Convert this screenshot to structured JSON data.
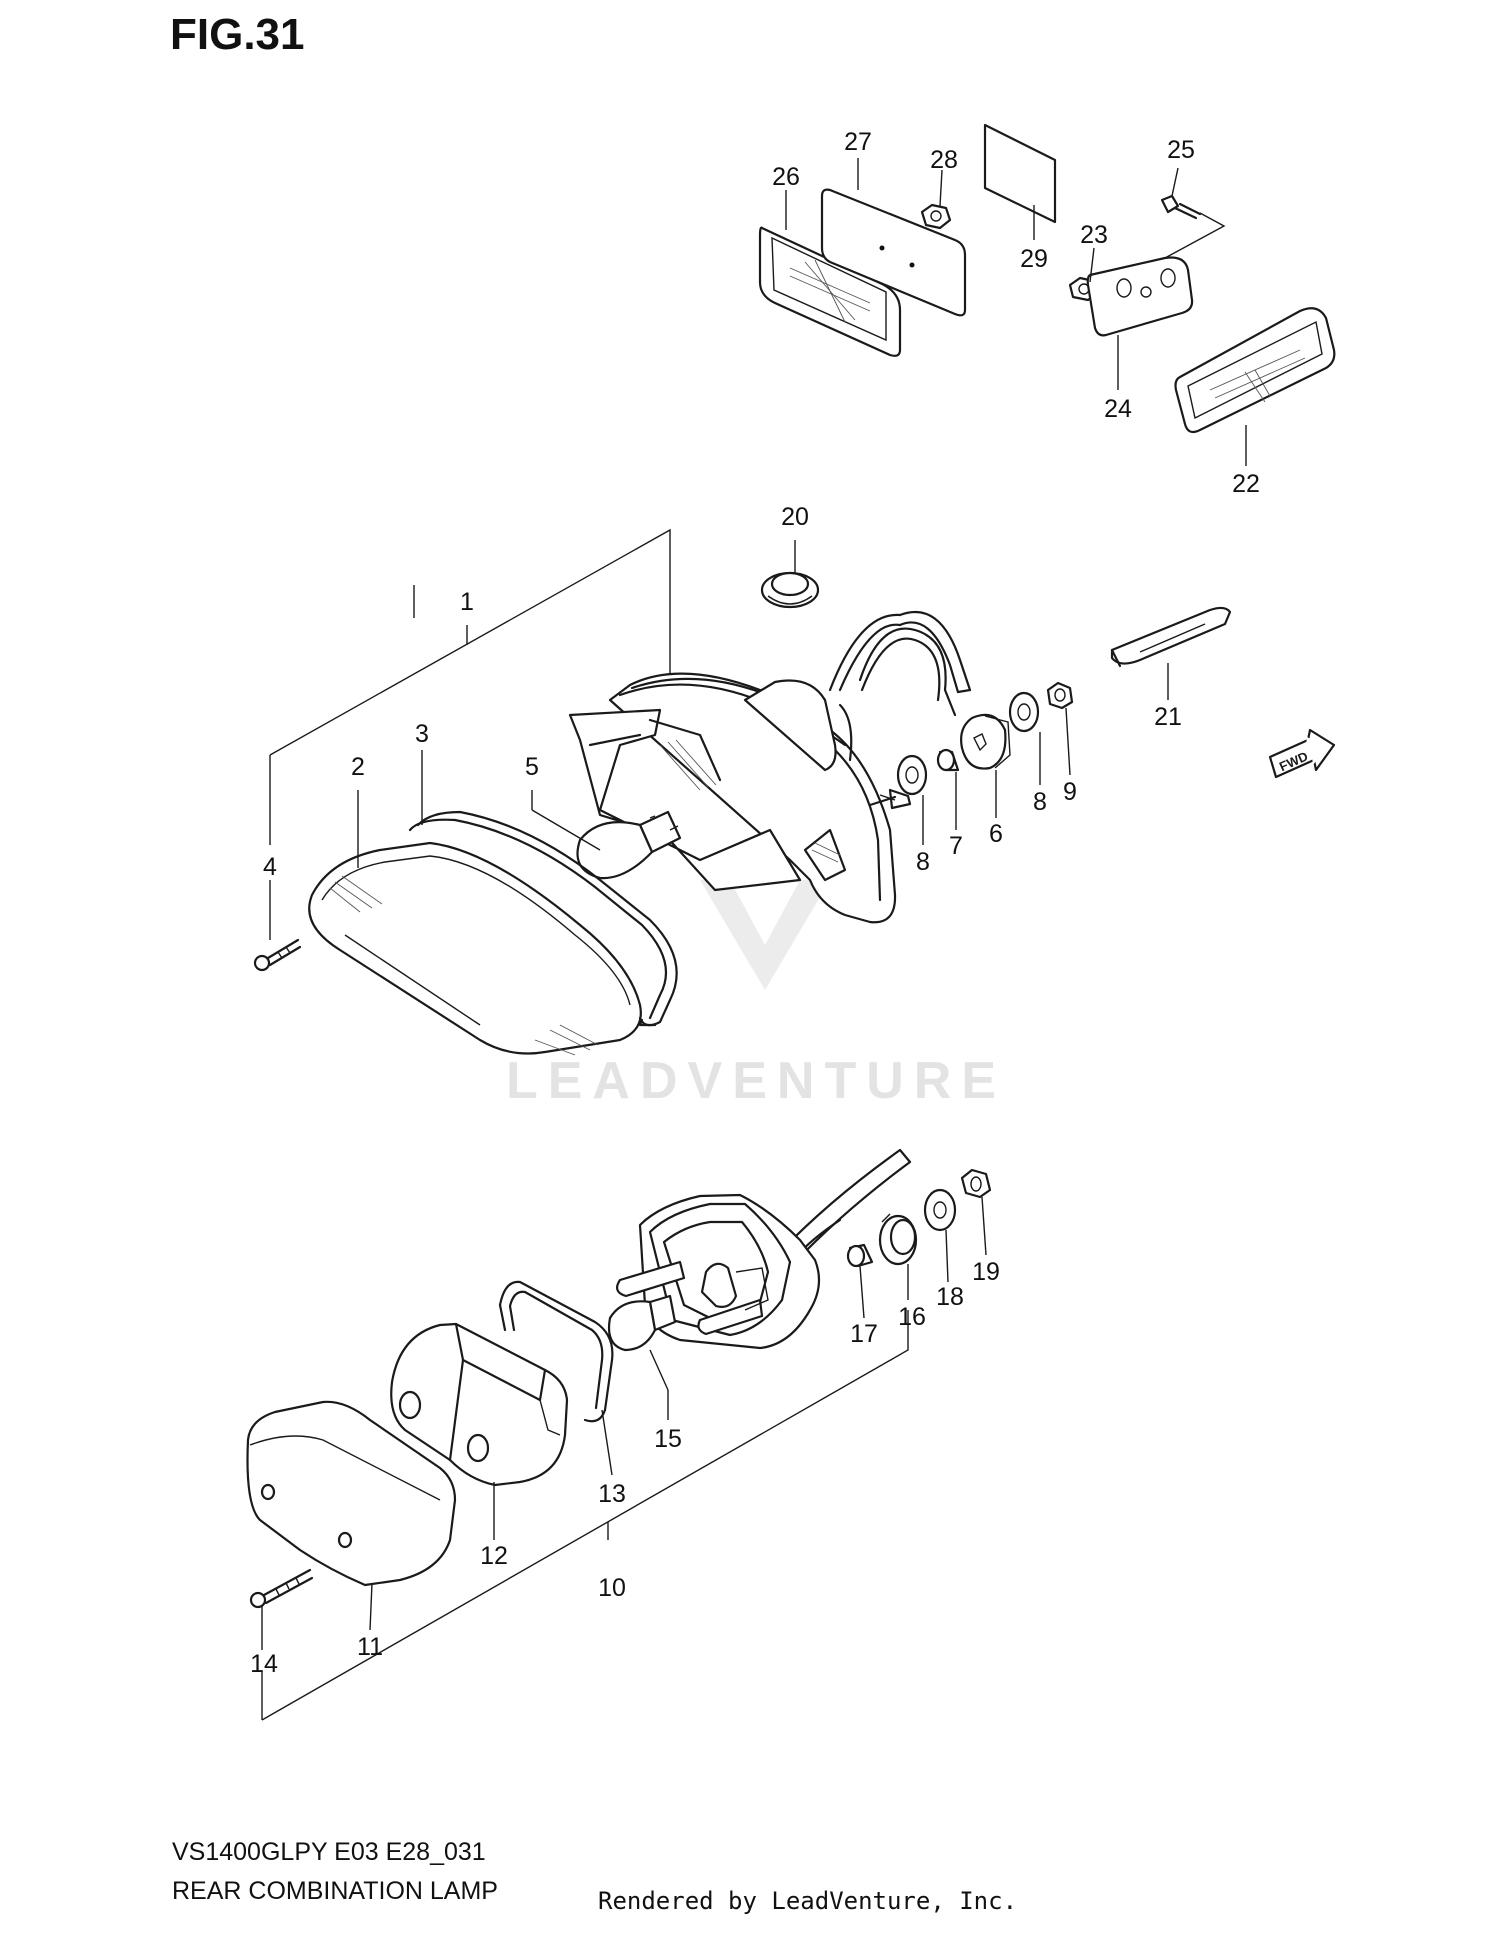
{
  "header": {
    "figure_label": "FIG.31"
  },
  "footer": {
    "model_code": "VS1400GLPY E03 E28_031",
    "assembly_name": "REAR COMBINATION LAMP",
    "render_credit": "Rendered by LeadVenture, Inc."
  },
  "watermark": {
    "text": "LEADVENTURE"
  },
  "direction_tag": {
    "text": "FWD"
  },
  "callouts": [
    {
      "number": "1"
    },
    {
      "number": "2"
    },
    {
      "number": "3"
    },
    {
      "number": "4"
    },
    {
      "number": "5"
    },
    {
      "number": "6"
    },
    {
      "number": "7"
    },
    {
      "number": "8"
    },
    {
      "number": "8"
    },
    {
      "number": "9"
    },
    {
      "number": "10"
    },
    {
      "number": "11"
    },
    {
      "number": "12"
    },
    {
      "number": "13"
    },
    {
      "number": "14"
    },
    {
      "number": "15"
    },
    {
      "number": "16"
    },
    {
      "number": "17"
    },
    {
      "number": "18"
    },
    {
      "number": "19"
    },
    {
      "number": "20"
    },
    {
      "number": "21"
    },
    {
      "number": "22"
    },
    {
      "number": "23"
    },
    {
      "number": "24"
    },
    {
      "number": "25"
    },
    {
      "number": "26"
    },
    {
      "number": "27"
    },
    {
      "number": "28"
    },
    {
      "number": "29"
    }
  ]
}
